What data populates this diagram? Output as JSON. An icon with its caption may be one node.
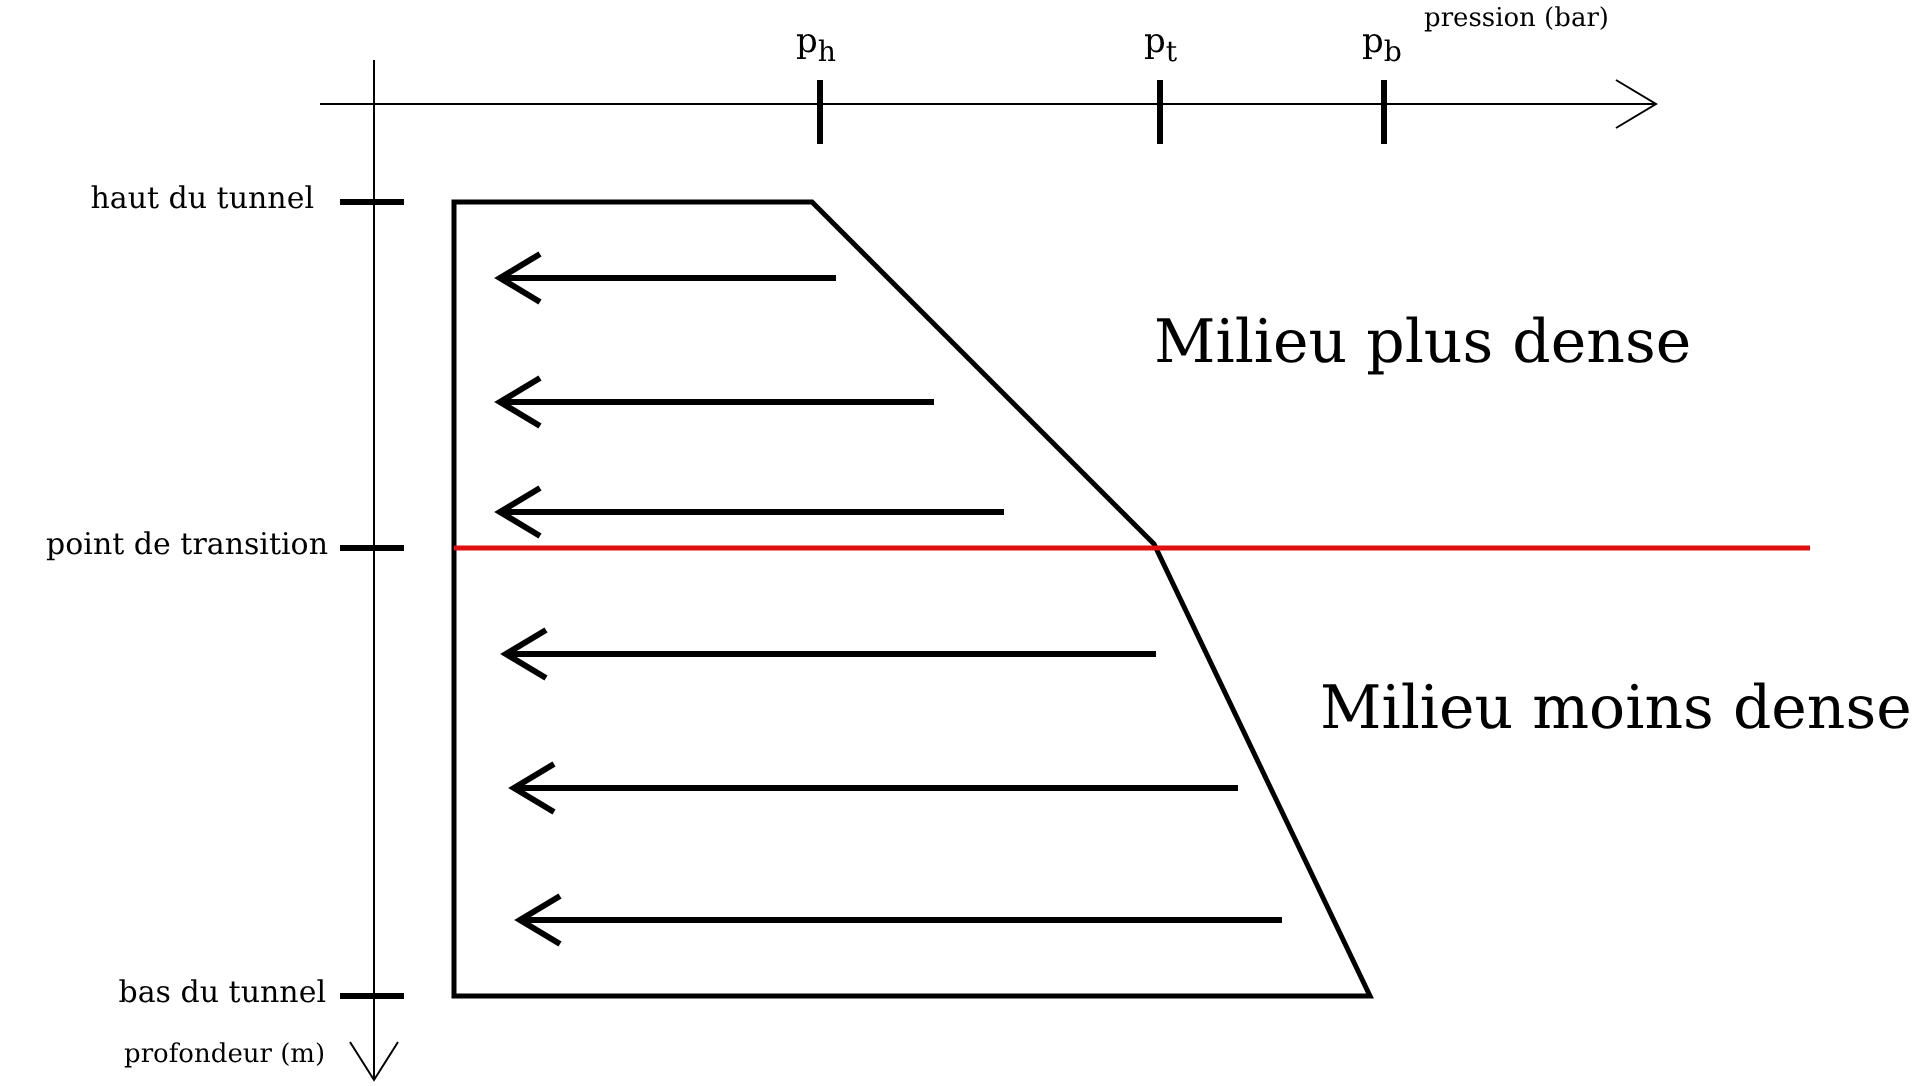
{
  "diagram": {
    "labels": [
      "p$_{h}$",
      "p$_{t}$",
      "p$_{b}$",
      "pression (bar)",
      "haut du tunnel",
      "Milieu plus dense",
      "point de transition",
      "Milieu moins dense",
      "bas du tunnel",
      "profondeur (m)"
    ]
  }
}
